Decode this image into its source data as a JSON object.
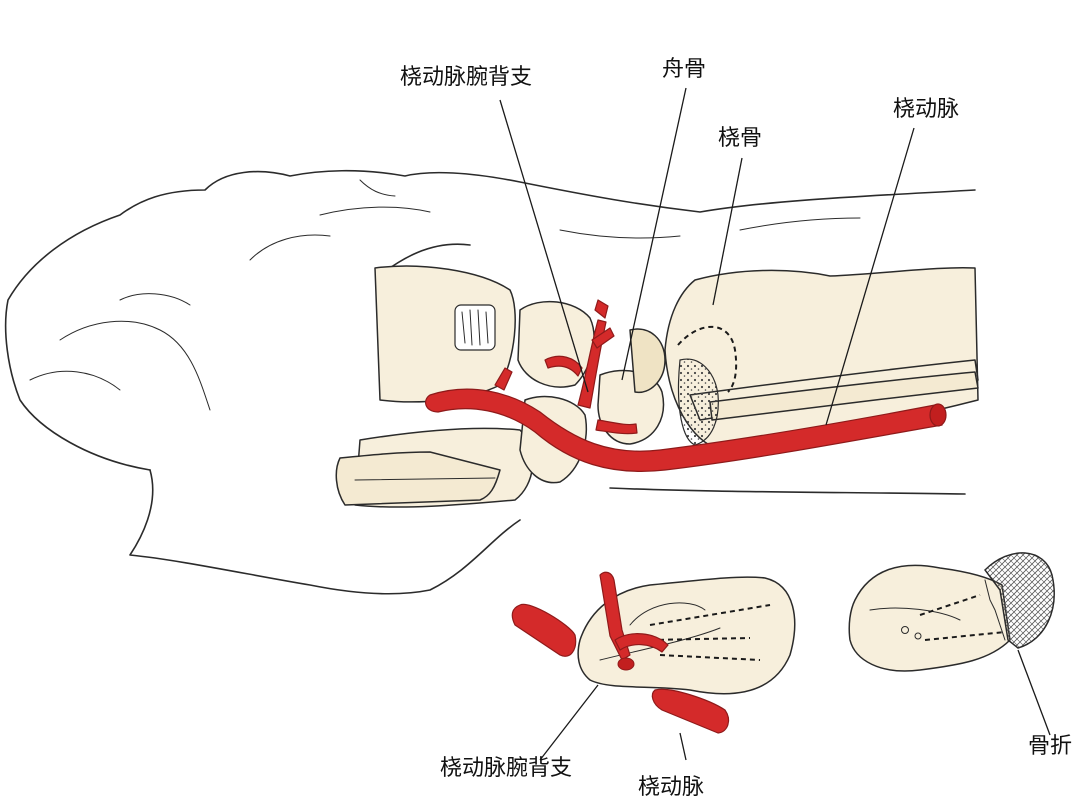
{
  "labels": {
    "dorsal_branch_top": "桡动脉腕背支",
    "scaphoid": "舟骨",
    "radius": "桡骨",
    "radial_artery_top": "桡动脉",
    "dorsal_branch_bottom": "桡动脉腕背支",
    "radial_artery_bottom": "桡动脉",
    "fracture": "骨折"
  },
  "colors": {
    "artery": "#d42a2a",
    "bone": "#f7efdc",
    "outline": "#2b2b2b"
  }
}
